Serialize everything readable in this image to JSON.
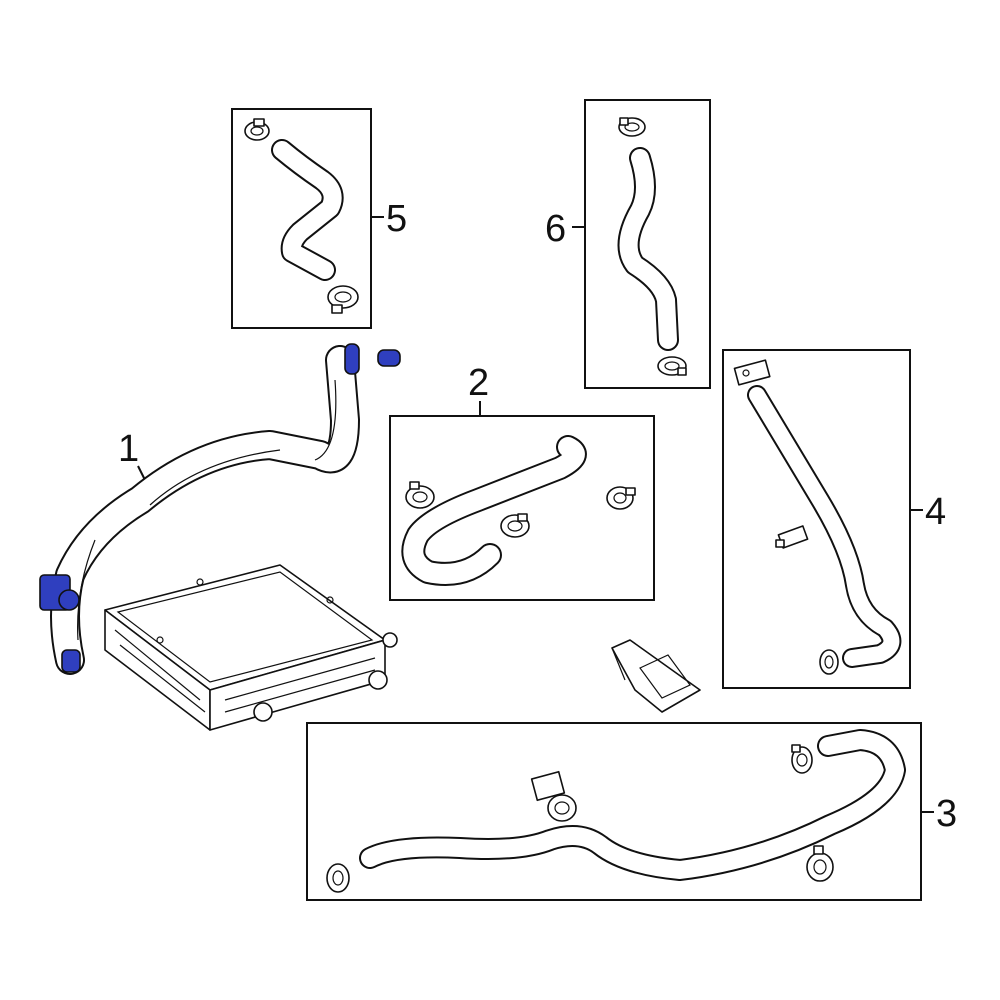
{
  "callouts": {
    "p1": "1",
    "p2": "2",
    "p3": "3",
    "p4": "4",
    "p5": "5",
    "p6": "6"
  },
  "colors": {
    "highlight": "#2f3fbf",
    "line": "#111111",
    "background": "#ffffff"
  }
}
